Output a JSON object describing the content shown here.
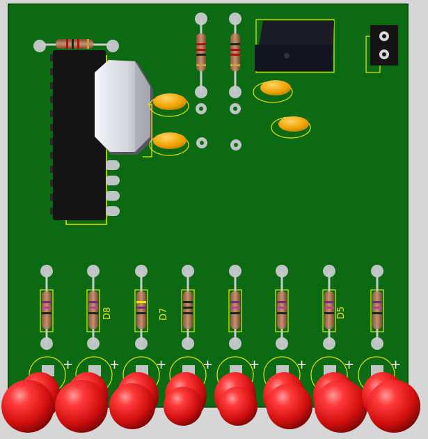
{
  "scene": "pcb-3d-render",
  "colors": {
    "background": "#d6d6d6",
    "board": "#0c6b12",
    "board_edge": "#0a5a10",
    "silkscreen": "#e8e800",
    "pad": "#bfc4c4",
    "led": "#e81b1b",
    "capacitor": "#f0a400",
    "ic_body": "#141414",
    "crystal": "#dcdce4",
    "regulator": "#1b1c26"
  },
  "labels": {
    "d8": "D8",
    "d7": "D7",
    "d5": "D5",
    "plus": "+"
  },
  "icons": {
    "resistor": "resistor-icon",
    "led": "led-icon",
    "capacitor": "capacitor-icon",
    "chip": "ic-chip-icon",
    "crystal": "crystal-icon",
    "regulator": "regulator-icon",
    "header": "pin-header-icon"
  },
  "counts": {
    "leds": 8,
    "led_resistors": 8
  }
}
